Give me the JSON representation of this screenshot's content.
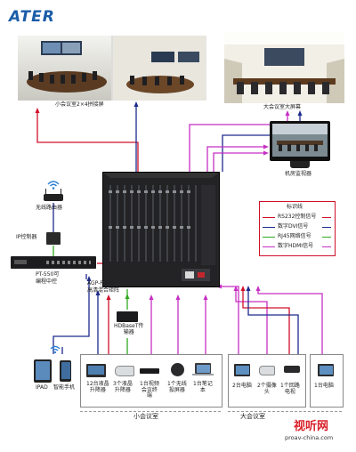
{
  "brand": {
    "logo_text": "ATER"
  },
  "labels": {
    "small_room_screen": "小会议室2×4拼接屏",
    "large_room_screen": "大会议室大屏幕",
    "machine_room_monitor": "机房监视器",
    "wireless_router": "无线路由器",
    "ip_controller": "IP控制器",
    "central_controller_model": "PT-550可",
    "central_controller_name": "编程中控",
    "matrix_model": "AGP-P-800",
    "matrix_name": "高清混合矩阵",
    "hdbaset_transmitter": "HDBaseT传\n输器",
    "ipad": "IPAD",
    "phone": "智能手机",
    "small_room": "小会议室",
    "large_room": "大会议室"
  },
  "legend": {
    "title": "标识线",
    "items": [
      {
        "label": "RS232控制信号",
        "color": "#d0102a"
      },
      {
        "label": "数字DVI信号",
        "color": "#1c2a8c"
      },
      {
        "label": "RJ45网络信号",
        "color": "#2fa81e"
      },
      {
        "label": "数字HDMI信号",
        "color": "#c62fc4"
      }
    ]
  },
  "small_room_devices": [
    {
      "label": "12台液晶\n升降器"
    },
    {
      "label": "3个液晶\n升降器"
    },
    {
      "label": "1台视频\n会议终\n端"
    },
    {
      "label": "1个无线\n投屏器"
    },
    {
      "label": "1台笔记\n本"
    }
  ],
  "large_room_devices": [
    {
      "label": "2台电脑"
    },
    {
      "label": "2个摄像\n头"
    },
    {
      "label": "1个回路\n电视"
    }
  ],
  "extra_device": {
    "label": "1台电脑"
  },
  "watermark": {
    "name": "视听网",
    "url": "proav-china.com"
  }
}
